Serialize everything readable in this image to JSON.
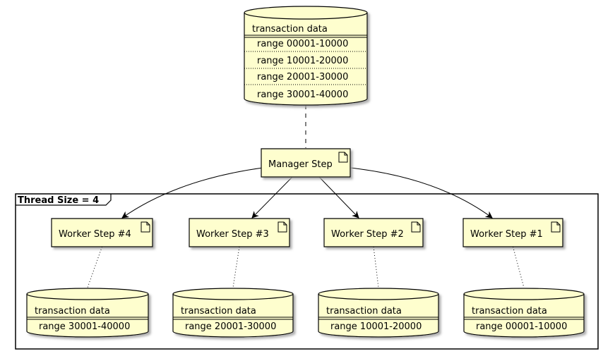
{
  "frame": {
    "title": "Thread Size = 4"
  },
  "master_db": {
    "title": "transaction data",
    "ranges": [
      "range 00001-10000",
      "range 10001-20000",
      "range 20001-30000",
      "range 30001-40000"
    ]
  },
  "manager": {
    "label": "Manager Step"
  },
  "workers": [
    {
      "label": "Worker Step #4",
      "db_title": "transaction data",
      "db_range": "range 30001-40000"
    },
    {
      "label": "Worker Step #3",
      "db_title": "transaction data",
      "db_range": "range 20001-30000"
    },
    {
      "label": "Worker Step #2",
      "db_title": "transaction data",
      "db_range": "range 10001-20000"
    },
    {
      "label": "Worker Step #1",
      "db_title": "transaction data",
      "db_range": "range 00001-10000"
    }
  ],
  "colors": {
    "node_fill": "#FEFECE",
    "stroke": "#000000",
    "shadow": "#A8A8A8"
  }
}
